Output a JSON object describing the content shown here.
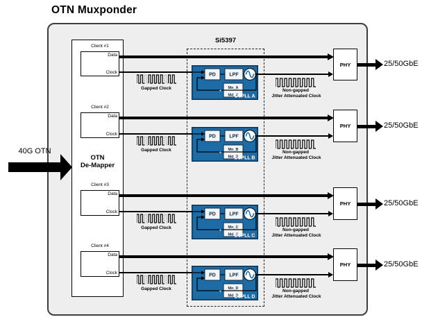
{
  "title": "OTN Muxponder",
  "input_label": "40G OTN",
  "demapper": {
    "line1": "OTN",
    "line2": "De-Mapper"
  },
  "chip_label": "Si5397",
  "colors": {
    "dspll_fill": "#1e6ca6",
    "dspll_border": "#0d3250",
    "container_fill": "#eeeeee"
  },
  "rows": [
    {
      "client": "Client #1",
      "data": "Data",
      "clock": "Clock",
      "gapped": "Gapped Clock",
      "pd": "PD",
      "lpf": "LPF",
      "divide": "÷",
      "mn": "Mn_A",
      "md": "Md_A",
      "dspll": "DSPLL A",
      "ng1": "Non-gapped",
      "ng2": "Jitter Attenuated Clock",
      "phy": "PHY",
      "out": "25/50GbE"
    },
    {
      "client": "Client #2",
      "data": "Data",
      "clock": "Clock",
      "gapped": "Gapped Clock",
      "pd": "PD",
      "lpf": "LPF",
      "divide": "÷",
      "mn": "Mn_B",
      "md": "Md_B",
      "dspll": "DSPLL B",
      "ng1": "Non-gapped",
      "ng2": "Jitter Attenuated Clock",
      "phy": "PHY",
      "out": "25/50GbE"
    },
    {
      "client": "Client #3",
      "data": "Data",
      "clock": "Clock",
      "gapped": "Gapped Clock",
      "pd": "PD",
      "lpf": "LPF",
      "divide": "÷",
      "mn": "Mn_C",
      "md": "Md_C",
      "dspll": "DSPLL C",
      "ng1": "Non-gapped",
      "ng2": "Jitter Attenuated Clock",
      "phy": "PHY",
      "out": "25/50GbE"
    },
    {
      "client": "Client #4",
      "data": "Data",
      "clock": "Clock",
      "gapped": "Gapped Clock",
      "pd": "PD",
      "lpf": "LPF",
      "divide": "÷",
      "mn": "Mn_D",
      "md": "Md_D",
      "dspll": "DSPLL D",
      "ng1": "Non-gapped",
      "ng2": "Jitter Attenuated Clock",
      "phy": "PHY",
      "out": "25/50GbE"
    }
  ]
}
